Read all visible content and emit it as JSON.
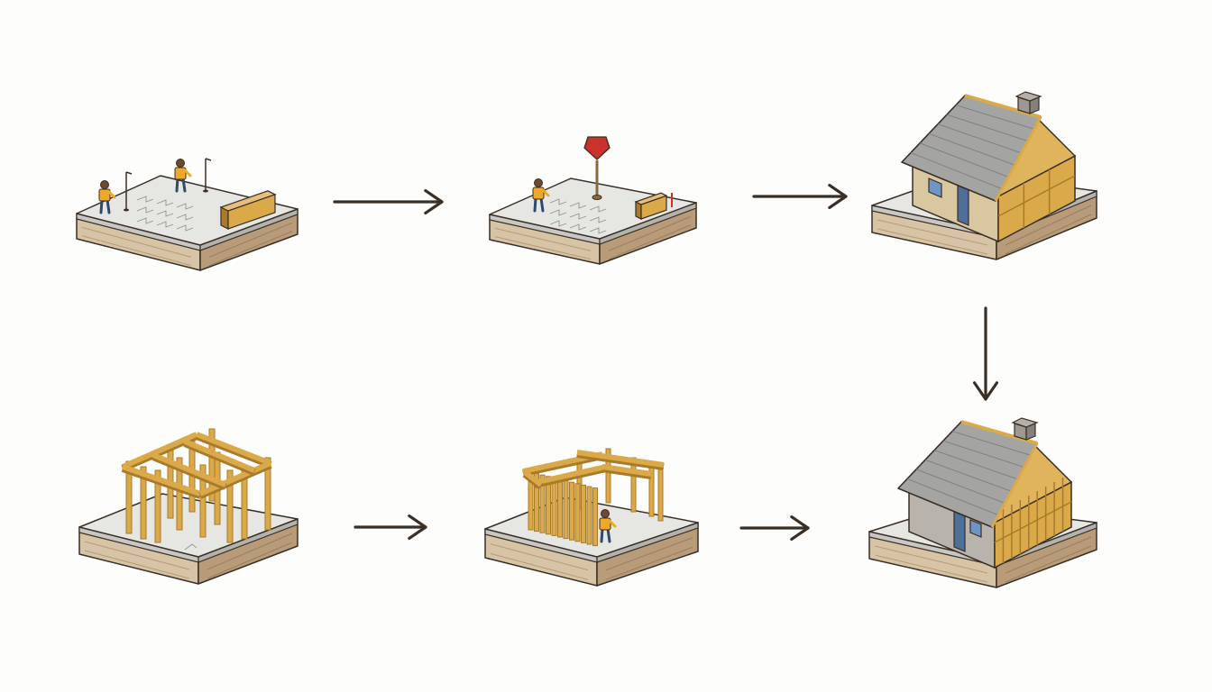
{
  "diagram": {
    "kind": "construction-process-flow",
    "background": "#fdfdfc",
    "colors": {
      "slab_top": "#e6e6e3",
      "slab_edge": "#c7c7c3",
      "soil": "#d7c3a5",
      "soil_dark": "#b89b78",
      "outline": "#3a2f25",
      "lumber": "#d9a94a",
      "lumber_dark": "#a97a2a",
      "roof": "#a4a4a2",
      "wall_tan": "#d9c79f",
      "wall_grey": "#b8b3ad",
      "arrow": "#3a2f25",
      "worker_shirt": "#f0a828",
      "worker_pants": "#2f4a6b",
      "marker_red": "#c9332c"
    },
    "stages": [
      {
        "id": "site-layout",
        "order": 1,
        "content": [
          "workers",
          "survey-stakes",
          "lumber-stack",
          "chalk-lines"
        ]
      },
      {
        "id": "foundation-marking",
        "order": 2,
        "content": [
          "worker",
          "marker-post",
          "lumber-block",
          "chalk-lines"
        ]
      },
      {
        "id": "finished-house",
        "order": 3,
        "content": [
          "gable-roof",
          "chimney",
          "door",
          "window"
        ]
      },
      {
        "id": "finished-house-alt",
        "order": 4,
        "content": [
          "gable-roof",
          "chimney",
          "door",
          "window",
          "framed-wall"
        ]
      },
      {
        "id": "partial-framing",
        "order": 5,
        "content": [
          "wall-studs",
          "roof-beams",
          "worker"
        ]
      },
      {
        "id": "open-framing",
        "order": 6,
        "content": [
          "posts",
          "beams"
        ]
      }
    ],
    "arrows": [
      {
        "from": "site-layout",
        "to": "foundation-marking",
        "direction": "right"
      },
      {
        "from": "foundation-marking",
        "to": "finished-house",
        "direction": "right"
      },
      {
        "from": "finished-house",
        "to": "finished-house-alt",
        "direction": "down"
      },
      {
        "from": "open-framing",
        "to": "partial-framing",
        "direction": "right"
      },
      {
        "from": "partial-framing",
        "to": "finished-house-alt",
        "direction": "right"
      }
    ]
  }
}
